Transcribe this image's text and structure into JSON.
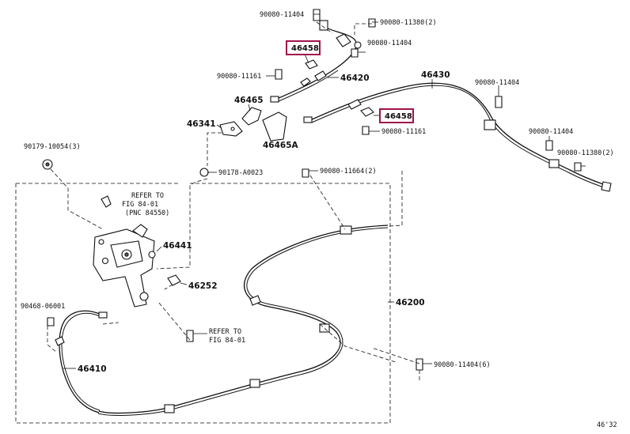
{
  "diagram": {
    "labels": {
      "p90080_11404_top": "90080-11404",
      "p90080_11380_top": "90080-11380(2)",
      "p90080_11404_mid": "90080-11404",
      "p46458_a": "46458",
      "p90080_11161_a": "90080-11161",
      "p46420": "46420",
      "p46430": "46430",
      "p90080_11404_right": "90080-11404",
      "p46465": "46465",
      "p46458_b": "46458",
      "p46341": "46341",
      "p46465A": "46465A",
      "p90080_11161_b": "90080-11161",
      "p90080_11404_r2": "90080-11404",
      "p90080_11380_r": "90080-11380(2)",
      "p90179_10054": "90179-10054(3)",
      "p90178_A0023": "90178-A0023",
      "p90080_11664": "90080-11664(2)",
      "refer1_line1": "REFER TO",
      "refer1_line2": "FIG 84-01",
      "refer1_line3": "(PNC 84550)",
      "p46441": "46441",
      "p46252": "46252",
      "p90468_06001": "90468-06001",
      "p46200": "46200",
      "refer2_line1": "REFER TO",
      "refer2_line2": "FIG 84-01",
      "p46410": "46410",
      "p90080_11404_6": "90080-11404(6)",
      "fig_code": "46'32"
    },
    "highlight_color": "#a0134a"
  }
}
